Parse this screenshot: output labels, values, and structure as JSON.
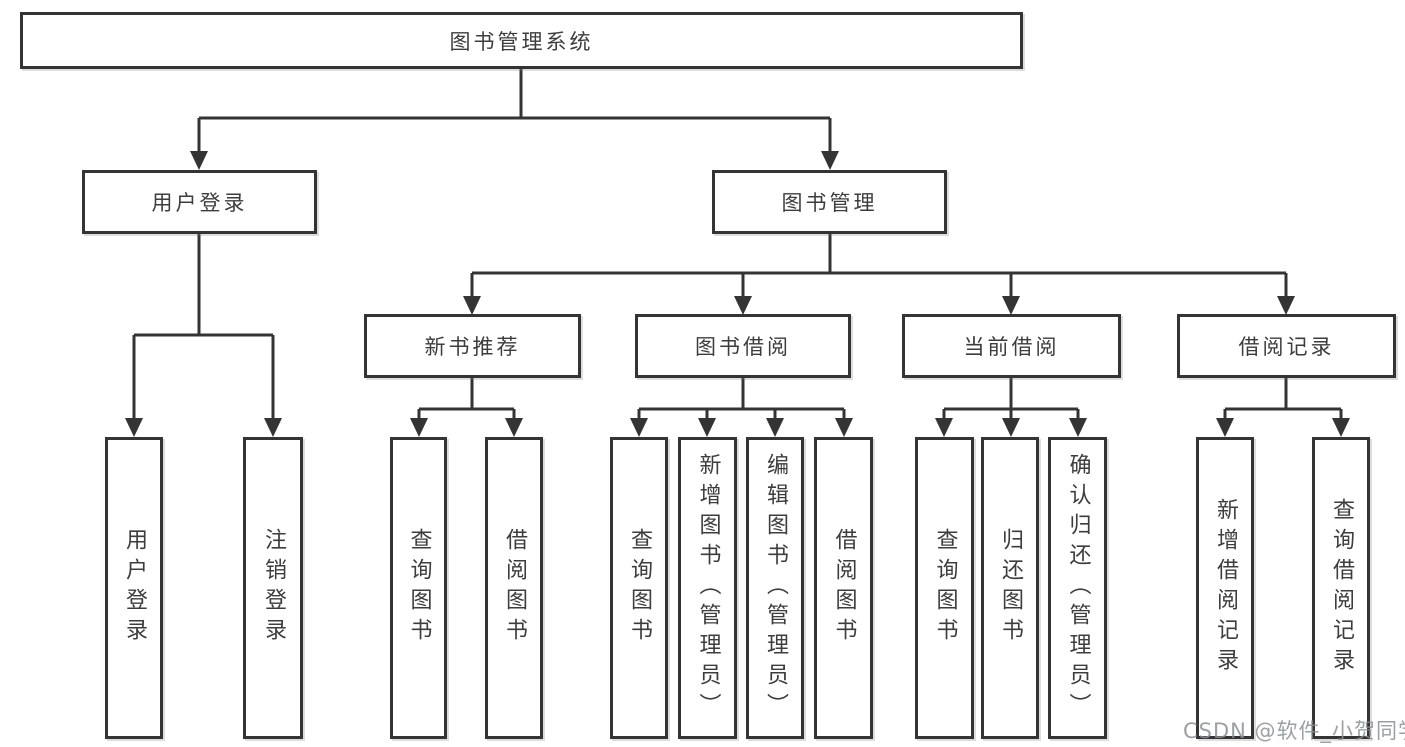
{
  "diagram": {
    "nodes": {
      "root": "图书管理系统",
      "user_login": "用户登录",
      "book_mgmt": "图书管理",
      "new_book_rec": "新书推荐",
      "book_borrow": "图书借阅",
      "current_borrow": "当前借阅",
      "borrow_records": "借阅记录",
      "leaf_user_login": "用户登录",
      "leaf_logout": "注销登录",
      "leaf_nb_query": "查询图书",
      "leaf_nb_borrow": "借阅图书",
      "leaf_bb_query": "查询图书",
      "leaf_bb_add": "新增图书（管理员）",
      "leaf_bb_edit": "编辑图书（管理员）",
      "leaf_bb_borrow": "借阅图书",
      "leaf_cb_query": "查询图书",
      "leaf_cb_return": "归还图书",
      "leaf_cb_confirm": "确认归还（管理员）",
      "leaf_br_add": "新增借阅记录",
      "leaf_br_query": "查询借阅记录"
    },
    "watermark": "CSDN @软件_小贺同学",
    "colors": {
      "line": "#343434",
      "text": "#3d3d3d",
      "watermark": "#8a8f94",
      "background": "#ffffff"
    }
  }
}
